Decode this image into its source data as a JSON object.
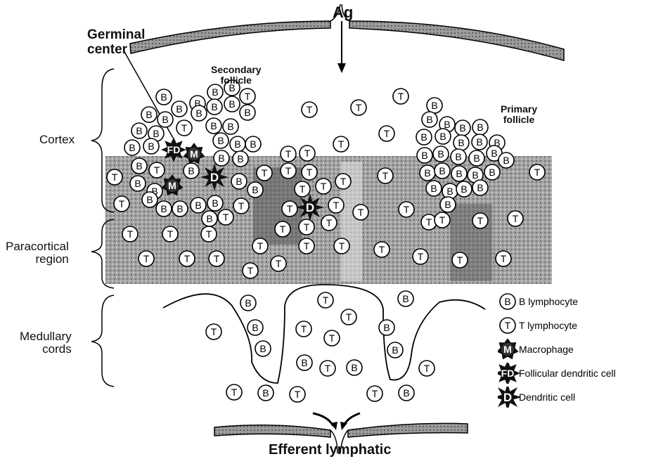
{
  "labels": {
    "antigen": "Ag",
    "germinal_center": [
      "Germinal",
      "center"
    ],
    "secondary_follicle": [
      "Secondary",
      "follicle"
    ],
    "primary_follicle": [
      "Primary",
      "follicle"
    ],
    "cortex": "Cortex",
    "paracortical_region": [
      "Paracortical",
      "region"
    ],
    "medullary_cords": [
      "Medullary",
      "cords"
    ],
    "efferent_lymphatic": "Efferent lymphatic"
  },
  "cell_letters": {
    "b_cell": "B",
    "t_cell": "T",
    "macrophage": "M",
    "follicular_dendritic_cell": "FD",
    "dendritic_cell": "D"
  },
  "legend": [
    {
      "type": "b_cell",
      "symbol": "B",
      "label": "B lymphocyte"
    },
    {
      "type": "t_cell",
      "symbol": "T",
      "label": "T lymphocyte"
    },
    {
      "type": "macrophage",
      "symbol": "M",
      "label": "Macrophage"
    },
    {
      "type": "follicular_dendritic_cell",
      "symbol": "FD",
      "label": "Follicular dendritic cell"
    },
    {
      "type": "dendritic_cell",
      "symbol": "D",
      "label": "Dendritic cell"
    }
  ],
  "colors": {
    "paracortex_shade": "#9a9a9a",
    "capsule_shade": "#8c8c8c",
    "cell_fill": "#ffffff",
    "dark_cell_fill": "#111111",
    "ink": "#000000"
  }
}
